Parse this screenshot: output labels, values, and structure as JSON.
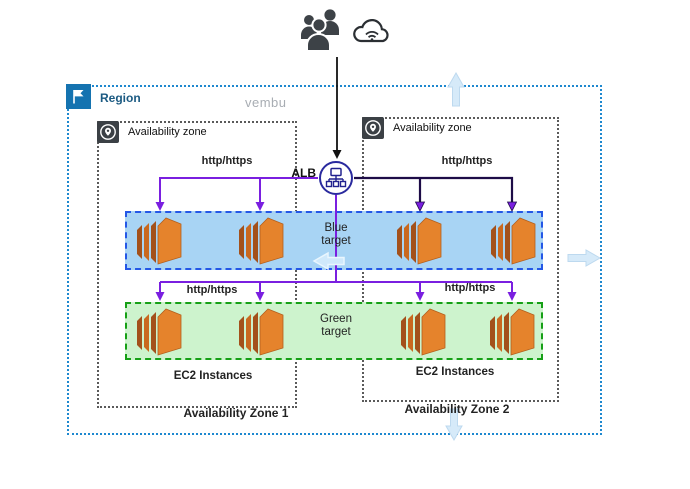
{
  "watermark": "vembu",
  "region": {
    "label": "Region"
  },
  "alb": {
    "label": "ALB"
  },
  "link_label": "http/https",
  "targets": {
    "blue": "Blue\ntarget",
    "green": "Green\ntarget"
  },
  "zones": [
    {
      "header": "Availability zone",
      "ec2_label": "EC2 Instances",
      "name": "Availability Zone 1"
    },
    {
      "header": "Availability zone",
      "ec2_label": "EC2 Instances",
      "name": "Availability Zone 2"
    }
  ],
  "icons": {
    "top_left": "users-group-icon",
    "top_right": "internet-cloud-wifi-icon",
    "region": "region-flag-icon",
    "zone": "availability-zone-pin-icon",
    "alb": "load-balancer-icon",
    "instances": "ec2-instance-icon"
  },
  "colors": {
    "region_border": "#1e88cf",
    "region_text": "#1b5a82",
    "az_border": "#5a5a5a",
    "blue_band_fill": "#a8d4f4",
    "blue_band_border": "#2457e6",
    "green_band_fill": "#cdf3cd",
    "green_band_border": "#16a016",
    "purple_link": "#7a1fe0",
    "dark_link": "#1d0c47",
    "black_link": "#111111",
    "ec2_orange": "#e5832c",
    "ec2_orange_dark": "#a3511b",
    "nav_arrow_fill": "#d6eaf9",
    "alb_ring": "#2a2a9e",
    "icon_dark": "#3d4247",
    "watermark_gray": "#a8adb3"
  }
}
